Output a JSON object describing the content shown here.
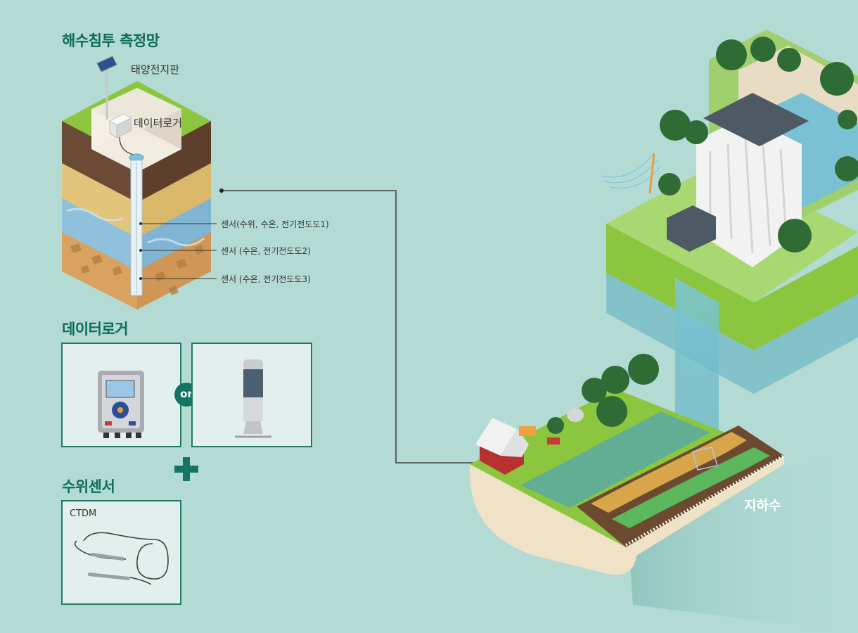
{
  "network": {
    "title": "해수침투 측정망",
    "solar_label": "태양전지판",
    "logger_label": "데이터로거",
    "sensor1_label": "센서(수위, 수온, 전기전도도1)",
    "sensor2_label": "센서 (수온, 전기전도도2)",
    "sensor3_label": "센서 (수온, 전기전도도3)"
  },
  "datalogger": {
    "title": "데이터로거",
    "or_label": "or"
  },
  "water_sensor": {
    "title": "수위센서",
    "model_label": "CTDM"
  },
  "scene": {
    "groundwater_label": "지하수"
  },
  "colors": {
    "background": "#b3dbd4",
    "accent": "#157562",
    "grass": "#8cc63f",
    "water": "#7fc1d8"
  }
}
